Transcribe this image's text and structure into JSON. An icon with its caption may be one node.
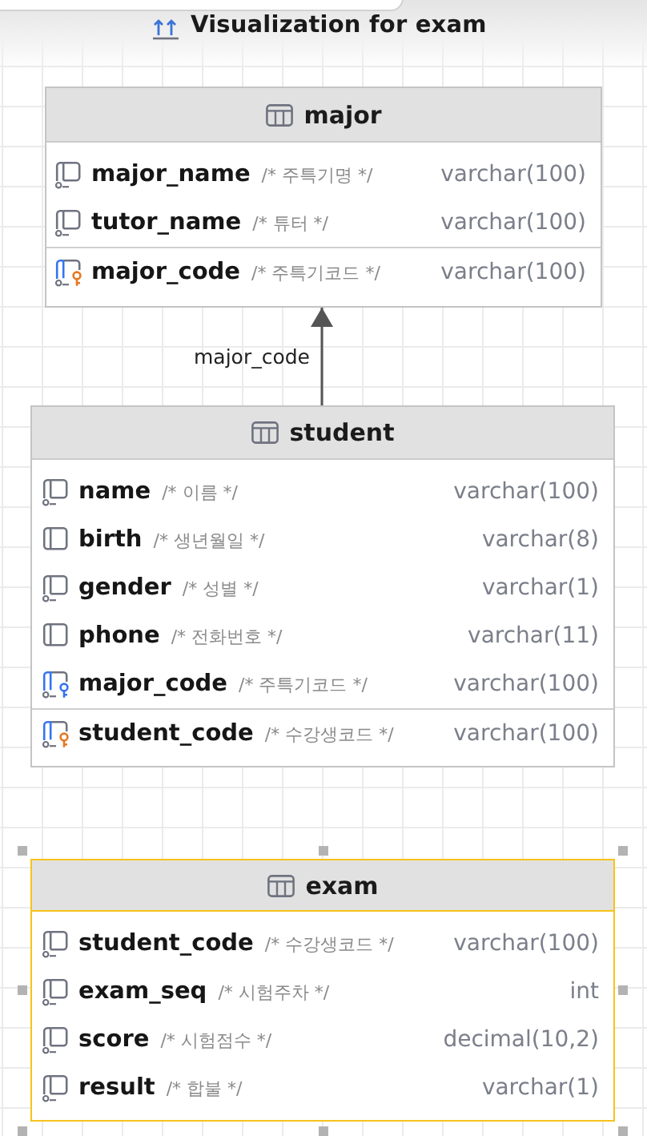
{
  "diagram": {
    "title": "Visualization for exam",
    "nodes": [
      {
        "text": [
          "major",
          "major_name",
          "/* 주특기명 */",
          "varchar(100)",
          "tutor_name",
          "/* 튜터 */",
          "varchar(100)",
          "major_code",
          "/* 주특기코드 */",
          "varchar(100)"
        ]
      },
      {
        "text": [
          "student",
          "name",
          "/* 이름 */",
          "varchar(100)",
          "birth",
          "/* 생년월일 */",
          "varchar(8)",
          "gender",
          "/* 성별 */",
          "varchar(1)",
          "phone",
          "/* 전화번호 */",
          "varchar(11)",
          "major_code",
          "/* 주특기코드 */",
          "varchar(100)",
          "student_code",
          "/* 수강생코드 */",
          "varchar(100)"
        ]
      },
      {
        "text": [
          "exam",
          "student_code",
          "/* 수강생코드 */",
          "varchar(100)",
          "exam_seq",
          "/* 시험주차 */",
          "int",
          "score",
          "/* 시험점수 */",
          "decimal(10,2)",
          "result",
          "/* 합불 */",
          "varchar(1)"
        ]
      }
    ],
    "edges": [
      {
        "from": 1,
        "to": 0,
        "arrow": "to",
        "label": "major_code"
      }
    ]
  }
}
